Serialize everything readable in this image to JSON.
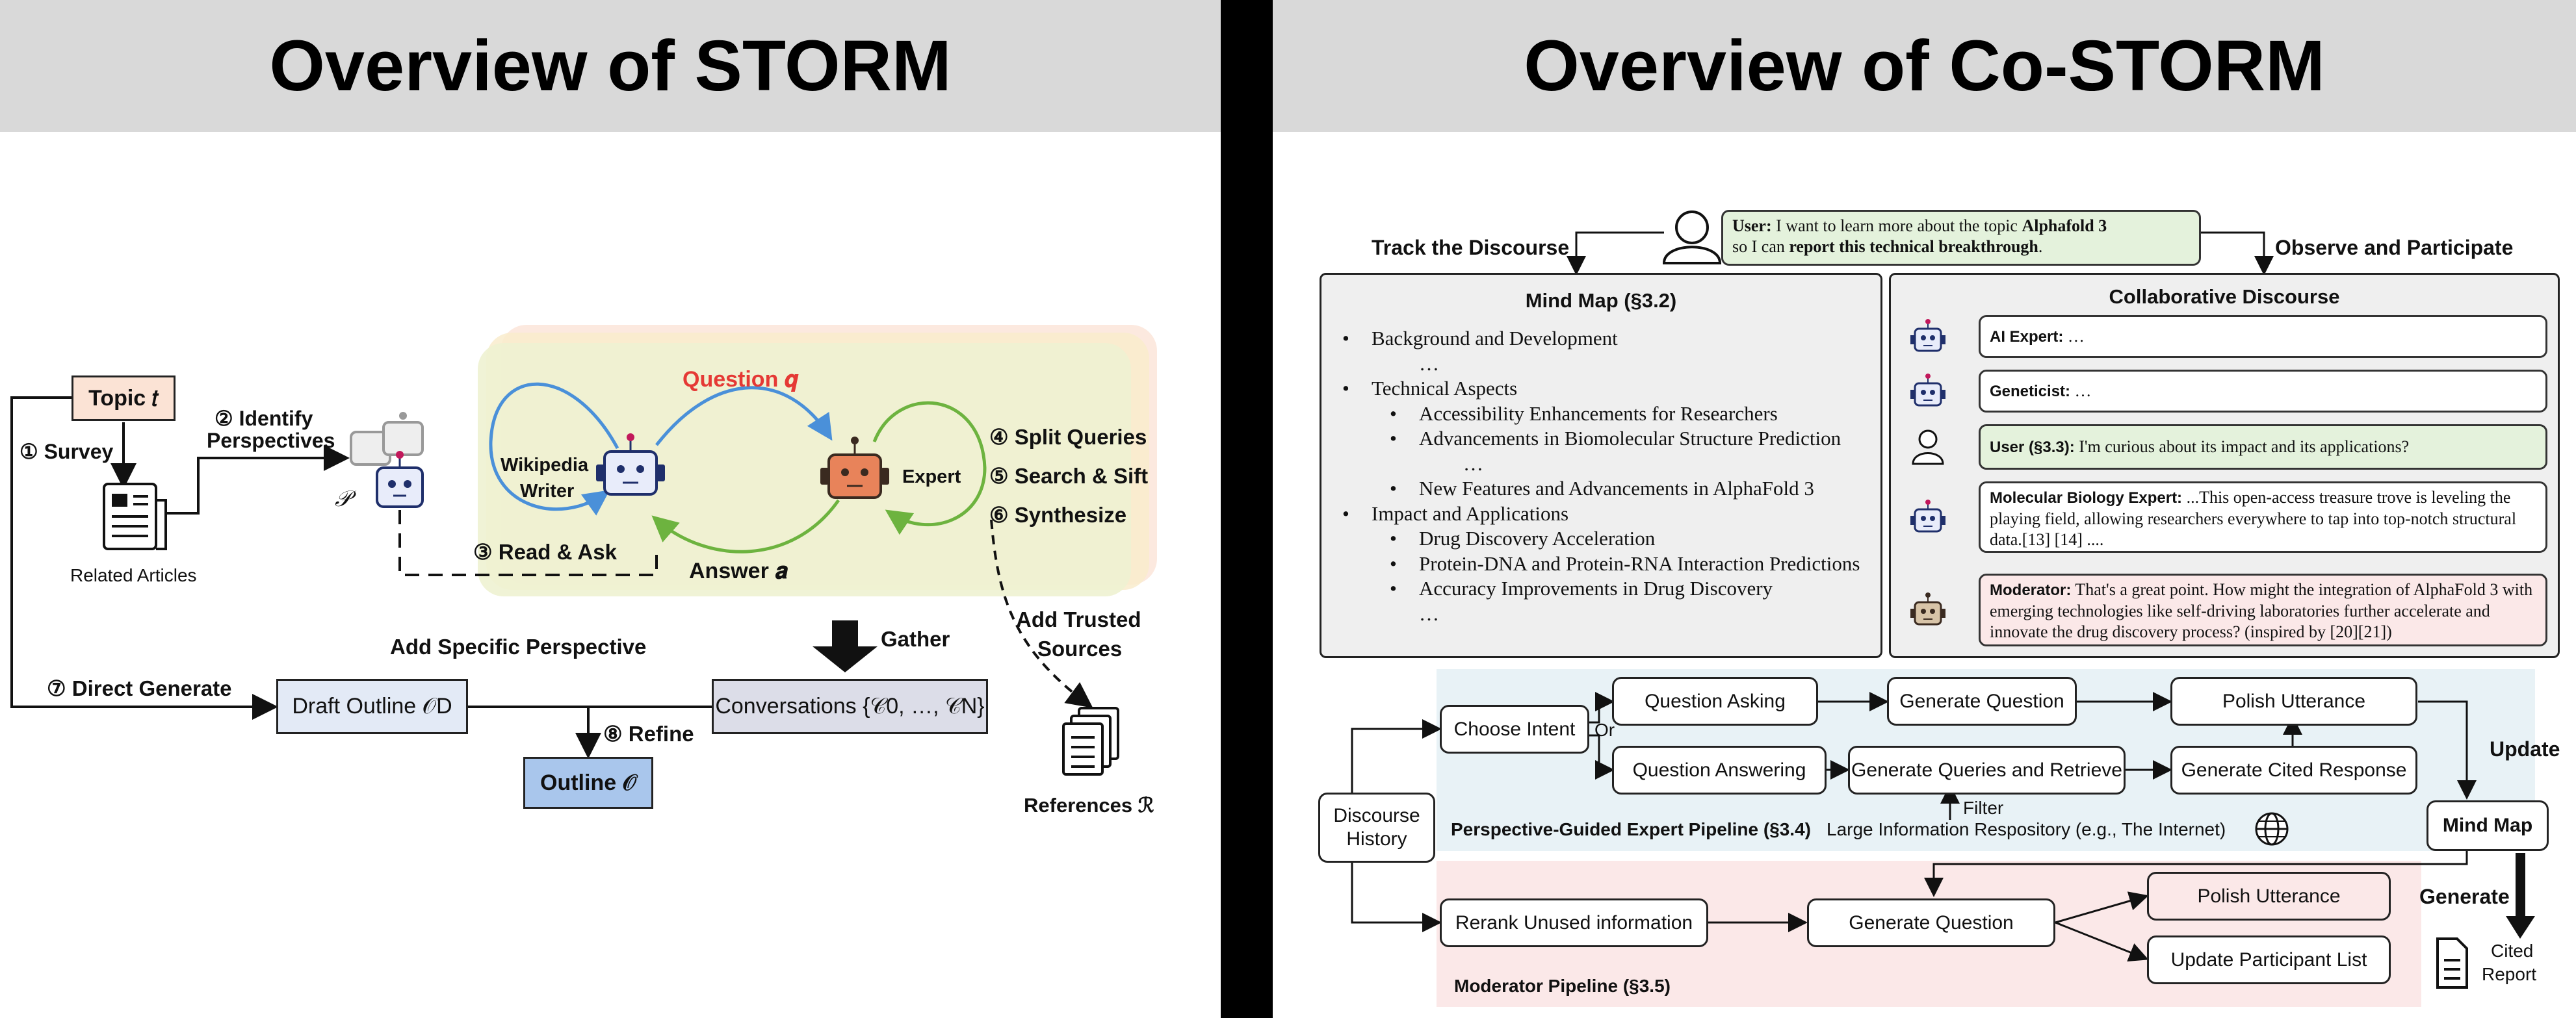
{
  "left": {
    "title": "Overview of STORM",
    "topic_label": "Topic 𝑡",
    "survey": "① Survey",
    "identify": [
      "② Identify",
      "Perspectives"
    ],
    "related_articles": "Related Articles",
    "p_symbol": "𝒫",
    "wikipedia_writer": [
      "Wikipedia",
      "Writer"
    ],
    "question": "Question 𝒒",
    "answer": "Answer 𝒂",
    "expert": "Expert",
    "read_ask": "③ Read & Ask",
    "split_queries": "④ Split Queries",
    "search_sift": "⑤ Search & Sift",
    "synthesize": "⑥ Synthesize",
    "add_specific": "Add Specific Perspective",
    "gather": "Gather",
    "add_trusted": [
      "Add Trusted",
      "Sources"
    ],
    "direct_generate": "⑦ Direct Generate",
    "draft_outline": "Draft Outline 𝒪D",
    "conversations": "Conversations {𝒞0, …, 𝒞N}",
    "refine": "⑧ Refine",
    "outline": "Outline 𝒪",
    "references": "References ℛ"
  },
  "right": {
    "title": "Overview of Co-STORM",
    "user_msg": {
      "speaker": "User:",
      "t1": " I want to learn more about the topic ",
      "topic": "Alphafold 3",
      "t2": "so I can ",
      "goal": "report this technical breakthrough",
      "t3": "."
    },
    "track": "Track the Discourse",
    "observe": "Observe and Participate",
    "mind_map": {
      "title": "Mind Map (§3.2)",
      "lines": [
        {
          "text": "Background and Development",
          "level": 1
        },
        {
          "text": "…",
          "level": 0
        },
        {
          "text": "Technical Aspects",
          "level": 1
        },
        {
          "text": "Accessibility Enhancements for Researchers",
          "level": 2
        },
        {
          "text": "Advancements in Biomolecular Structure Prediction",
          "level": 2
        },
        {
          "text": "…",
          "level": 3
        },
        {
          "text": "New Features and Advancements in AlphaFold 3",
          "level": 2
        },
        {
          "text": "Impact and Applications",
          "level": 1
        },
        {
          "text": "Drug Discovery Acceleration",
          "level": 2
        },
        {
          "text": "Protein-DNA and Protein-RNA Interaction Predictions",
          "level": 2
        },
        {
          "text": "Accuracy Improvements in Drug Discovery",
          "level": 2
        },
        {
          "text": "…",
          "level": 0
        }
      ]
    },
    "discourse": {
      "title": "Collaborative Discourse",
      "messages": [
        {
          "speaker": "AI Expert:",
          "text": " …"
        },
        {
          "speaker": "Geneticist:",
          "text": " …"
        },
        {
          "speaker": "User (§3.3):",
          "text": " I'm curious about its impact and its applications?"
        },
        {
          "speaker": "Molecular Biology Expert:",
          "text": " ...This open-access treasure trove is leveling the playing field, allowing researchers everywhere to tap into top-notch structural data.[13] [14] ...."
        },
        {
          "speaker": "Moderator:",
          "text": " That's a great point. How might the integration of AlphaFold 3 with emerging technologies like self-driving laboratories further accelerate and innovate the drug discovery process? (inspired by [20][21])"
        }
      ]
    },
    "pipeline": {
      "choose_intent": "Choose Intent",
      "or": "Or",
      "question_asking": "Question Asking",
      "question_answering": "Question Answering",
      "generate_question": "Generate Question",
      "generate_queries": "Generate Queries and Retrieve",
      "polish_utterance": "Polish Utterance",
      "generate_cited": "Generate Cited Response",
      "filter": "Filter",
      "expert_pipeline": "Perspective-Guided Expert Pipeline (§3.4)",
      "info_repo": "Large Information Respository (e.g., The Internet)",
      "discourse_history": [
        "Discourse",
        "History"
      ],
      "update": "Update",
      "mind_map": "Mind Map",
      "generate": "Generate",
      "cited_report": [
        "Cited",
        "Report"
      ],
      "rerank": "Rerank Unused information",
      "mod_generate_question": "Generate Question",
      "mod_polish": "Polish Utterance",
      "update_participant": "Update Participant List",
      "moderator_pipeline": "Moderator Pipeline (§3.5)"
    }
  }
}
